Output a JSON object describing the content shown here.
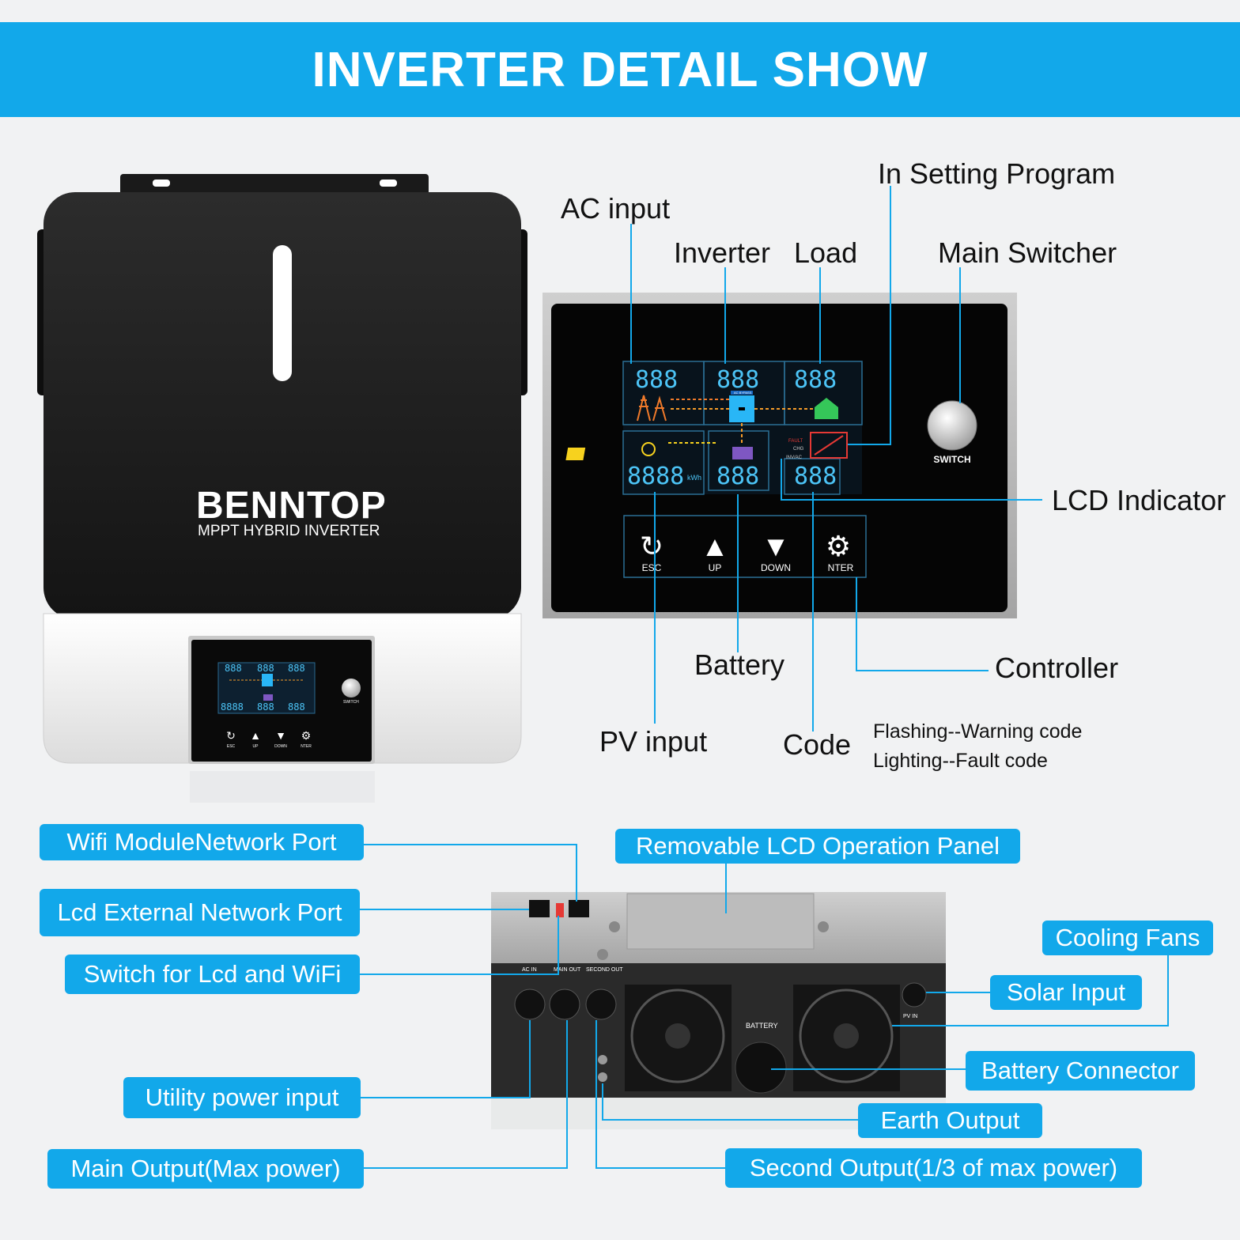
{
  "banner": {
    "title": "INVERTER DETAIL SHOW"
  },
  "device": {
    "brand": "BENNTOP",
    "subtitle": "MPPT HYBRID INVERTER",
    "mini_buttons": [
      "ESC",
      "UP",
      "DOWN",
      "NTER"
    ],
    "mini_switch": "SWITCH"
  },
  "panel": {
    "switch_label": "SWITCH",
    "buttons": [
      "ESC",
      "UP",
      "DOWN",
      "NTER"
    ],
    "digits": {
      "ac": "888",
      "inverter": "888",
      "load": "888",
      "pv": "8888",
      "battery": "888",
      "code": "888"
    },
    "units": {
      "kwh": "kWh",
      "fault": "FAULT",
      "chg": "CHG",
      "inv_ac": "INV/AC",
      "ac_bypass": "AC BYPASS"
    }
  },
  "callouts": {
    "ac_input": "AC input",
    "inverter": "Inverter",
    "load": "Load",
    "in_setting": "In Setting Program",
    "main_switcher": "Main Switcher",
    "lcd_indicator": "LCD Indicator",
    "battery": "Battery",
    "controller": "Controller",
    "pv_input": "PV input",
    "code": "Code",
    "code_note_1": "Flashing--Warning code",
    "code_note_2": "Lighting--Fault code"
  },
  "bottom_labels": {
    "wifi": "Wifi ModuleNetwork Port",
    "lcd_port": "Lcd External Network Port",
    "switch_lcd_wifi": "Switch for Lcd and WiFi",
    "utility": "Utility power input",
    "main_output": "Main Output(Max power)",
    "removable_panel": "Removable LCD Operation Panel",
    "cooling_fans": "Cooling Fans",
    "solar_input": "Solar Input",
    "battery_connector": "Battery Connector",
    "earth_output": "Earth Output",
    "second_output": "Second Output(1/3 of max power)"
  },
  "unit_bottom": {
    "ac_in": "AC IN",
    "main_out": "MAIN OUT",
    "second_out": "SECOND OUT",
    "battery": "BATTERY",
    "pv_in": "PV IN"
  },
  "colors": {
    "accent": "#12a8ea",
    "device_black": "#1b1b1b",
    "lcd_cyan": "#4cc3f5"
  }
}
